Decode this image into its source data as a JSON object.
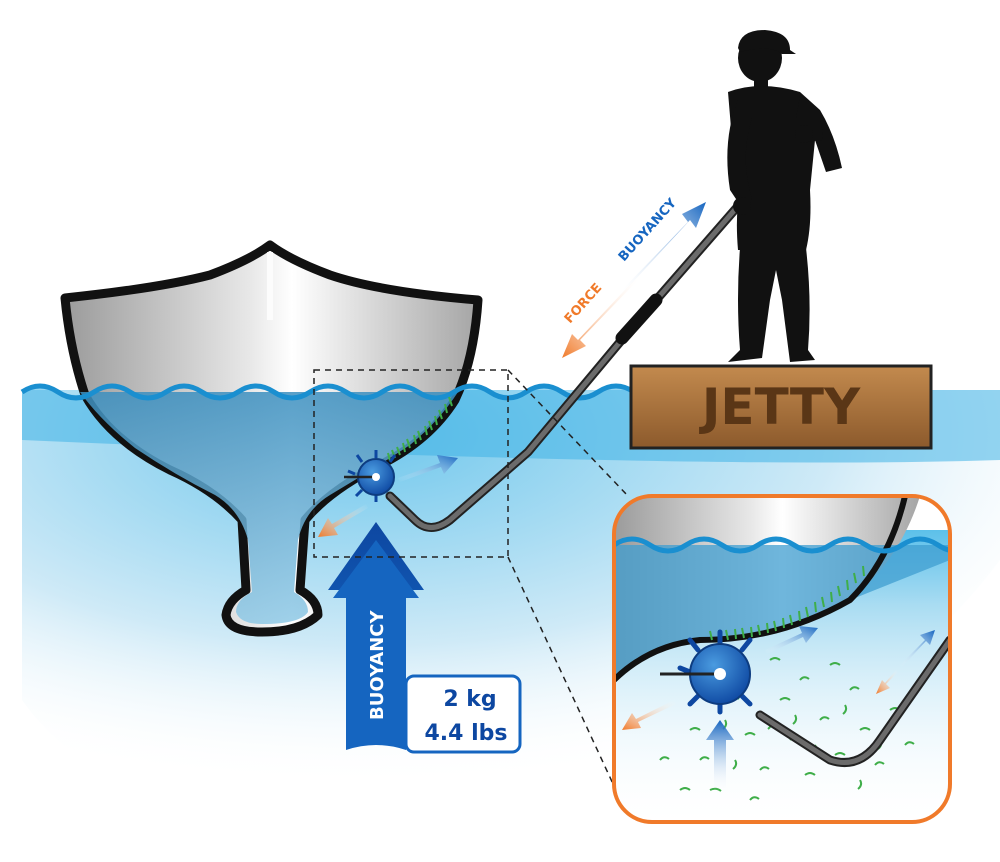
{
  "labels": {
    "jetty": "JETTY",
    "buoyancy_pole": "BUOYANCY",
    "force_pole": "FORCE",
    "buoyancy_main": "BUOYANCY",
    "weight_kg": "2 kg",
    "weight_lbs": "4.4 lbs"
  },
  "colors": {
    "water_light": "#e3f3fb",
    "water_mid": "#7fcdea",
    "water_dark": "#2a9fd6",
    "wave_line": "#1a8fd0",
    "hull_grey": "#c8c8c8",
    "outline": "#111111",
    "tool_blue": "#1565c0",
    "arrow_orange": "#f07a2a",
    "algae_green": "#3fae49",
    "jetty_brown": "#a8733f",
    "jetty_text": "#5a3616",
    "inset_border": "#f07a2a",
    "weight_box": "#1565c0"
  },
  "icons": {
    "person": "person-silhouette-icon",
    "cleaner_head": "cleaner-head-icon",
    "boat_keel": "boat-hull-icon"
  }
}
